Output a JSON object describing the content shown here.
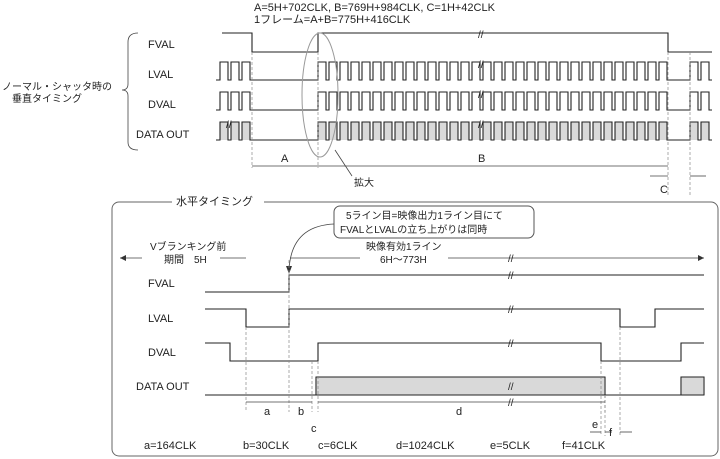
{
  "formulas": {
    "line1": "A=5H+702CLK,  B=769H+984CLK,  C=1H+42CLK",
    "line2": "1フレーム=A+B=775H+416CLK"
  },
  "vertical": {
    "caption_line1": "ノーマル・シャッタ時の",
    "caption_line2": "垂直タイミング",
    "signals": [
      "FVAL",
      "LVAL",
      "DVAL",
      "DATA OUT"
    ],
    "intervals": [
      "A",
      "B",
      "C"
    ],
    "zoom_label": "拡大"
  },
  "horizontal": {
    "box_title": "水平タイミング",
    "note_line1": "5ライン目=映像出力1ライン目にて",
    "note_line2": "FVALとLVALの立ち上がりは同時",
    "blanking_line1": "Vブランキング前",
    "blanking_line2": "期間　5H",
    "valid_line1": "映像有効1ライン",
    "valid_line2": "6H〜773H",
    "signals": [
      "FVAL",
      "LVAL",
      "DVAL",
      "DATA OUT"
    ],
    "intervals": [
      "a",
      "b",
      "c",
      "d",
      "e",
      "f"
    ],
    "legend": [
      "a=164CLK",
      "b=30CLK",
      "c=6CLK",
      "d=1024CLK",
      "e=5CLK",
      "f=41CLK"
    ]
  }
}
